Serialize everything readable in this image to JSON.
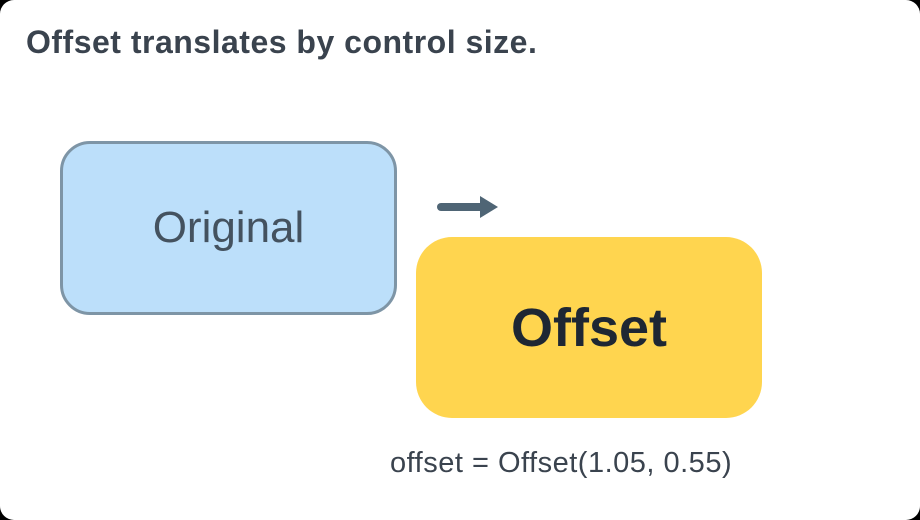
{
  "canvas": {
    "background": "#ffffff",
    "outer_background": "#000000"
  },
  "title": {
    "text": "Offset translates by control size.",
    "color": "#3A434E"
  },
  "diagram": {
    "original_box": {
      "label": "Original",
      "fill": "#BCDFFA",
      "border_color": "#7E95A6",
      "text_color": "#44525F"
    },
    "arrow": {
      "icon": "right-arrow-icon",
      "color": "#4F6575"
    },
    "offset_box": {
      "label": "Offset",
      "fill": "#FFD54F",
      "text_color": "#1E2733"
    },
    "caption": {
      "text": "offset = Offset(1.05, 0.55)",
      "color": "#3A434E"
    }
  }
}
